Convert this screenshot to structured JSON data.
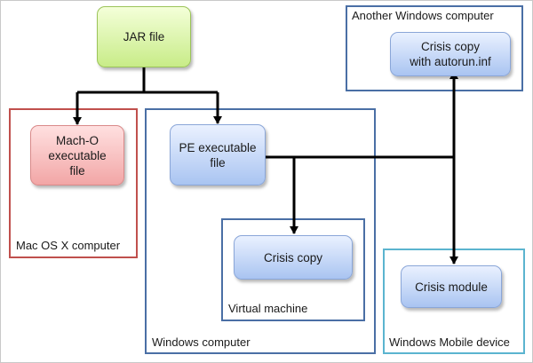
{
  "nodes": {
    "jar": "JAR file",
    "macho": [
      "Mach-O",
      "executable",
      "file"
    ],
    "pe": [
      "PE executable",
      "file"
    ],
    "crisis_copy_vm": "Crisis copy",
    "crisis_copy_autorun": [
      "Crisis copy",
      "with autorun.inf"
    ],
    "crisis_module": "Crisis module"
  },
  "containers": {
    "mac": "Mac OS X computer",
    "windows": "Windows computer",
    "vm": "Virtual machine",
    "another_windows": "Another Windows computer",
    "mobile": "Windows Mobile device"
  },
  "colors": {
    "arrow": "#000000",
    "container_border": "#4a6fa5",
    "mac_border": "#c0504d",
    "mobile_border": "#5bb4cf",
    "jar_fill": "#d4f0a0",
    "macho_fill": "#f5b5b5",
    "process_fill": "#b9cff5"
  }
}
